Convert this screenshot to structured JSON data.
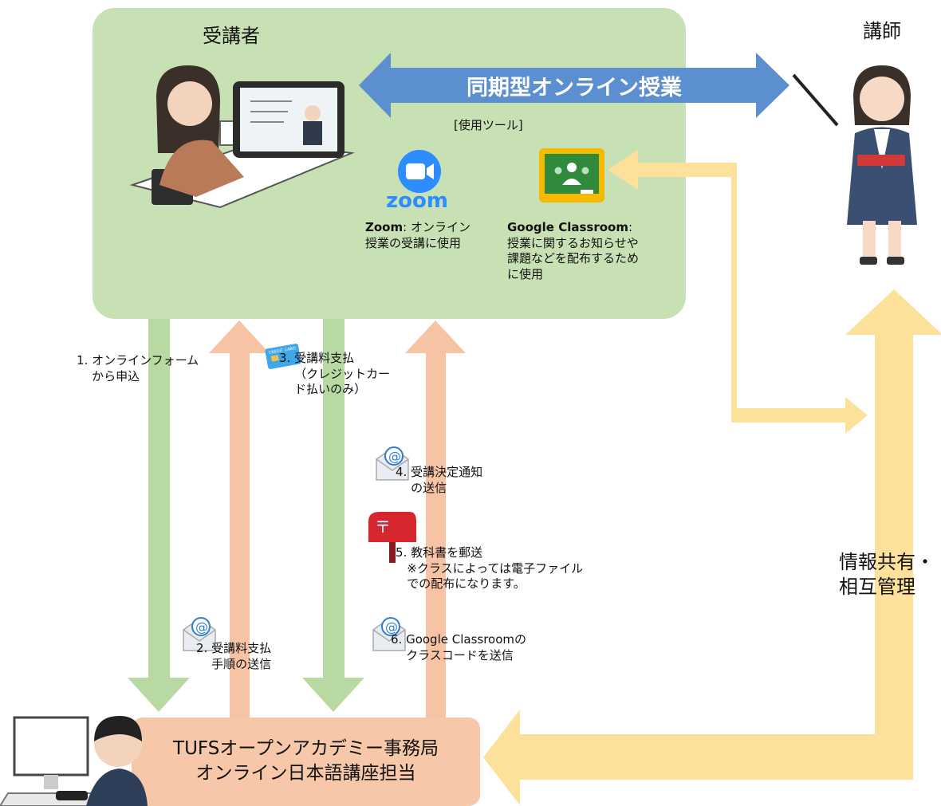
{
  "diagram": {
    "student_label": "受講者",
    "teacher_label": "講師",
    "sync_class_label": "同期型オンライン授業",
    "tools_heading": "[使用ツール]",
    "zoom_logo_text": "zoom",
    "zoom_name": "Zoom",
    "zoom_desc_1": ": オンライン",
    "zoom_desc_2": "授業の受講に使用",
    "classroom_name": "Google Classroom",
    "classroom_desc_1": ":",
    "classroom_desc_2": "授業に関するお知らせや",
    "classroom_desc_3": "課題などを配布するため",
    "classroom_desc_4": "に使用",
    "office_line1": "TUFSオープンアカデミー事務局",
    "office_line2": "オンライン日本語講座担当",
    "info_share": "情報共有・\n相互管理",
    "steps": [
      {
        "text": "1. オンラインフォーム\n    から申込"
      },
      {
        "text": "2. 受講料支払\n    手順の送信"
      },
      {
        "text": "3. 受講料支払\n    （クレジットカー\n    ド払いのみ）"
      },
      {
        "text": "4. 受講決定通知\n    の送信"
      },
      {
        "text": "5. 教科書を郵送\n   ※クラスによっては電子ファイル\n   での配布になります。"
      },
      {
        "text": "6. Google Classroomの\n    クラスコードを送信"
      }
    ],
    "card_text": "CREDIT CARD",
    "colors": {
      "student_area": "#c7e0b4",
      "office_area": "#f6c8a9",
      "green_arrow": "#b9d9a2",
      "salmon_arrow": "#f6c3a5",
      "blue_arrow": "#5b8fd0",
      "yellow_arrow": "#fde19b"
    }
  }
}
